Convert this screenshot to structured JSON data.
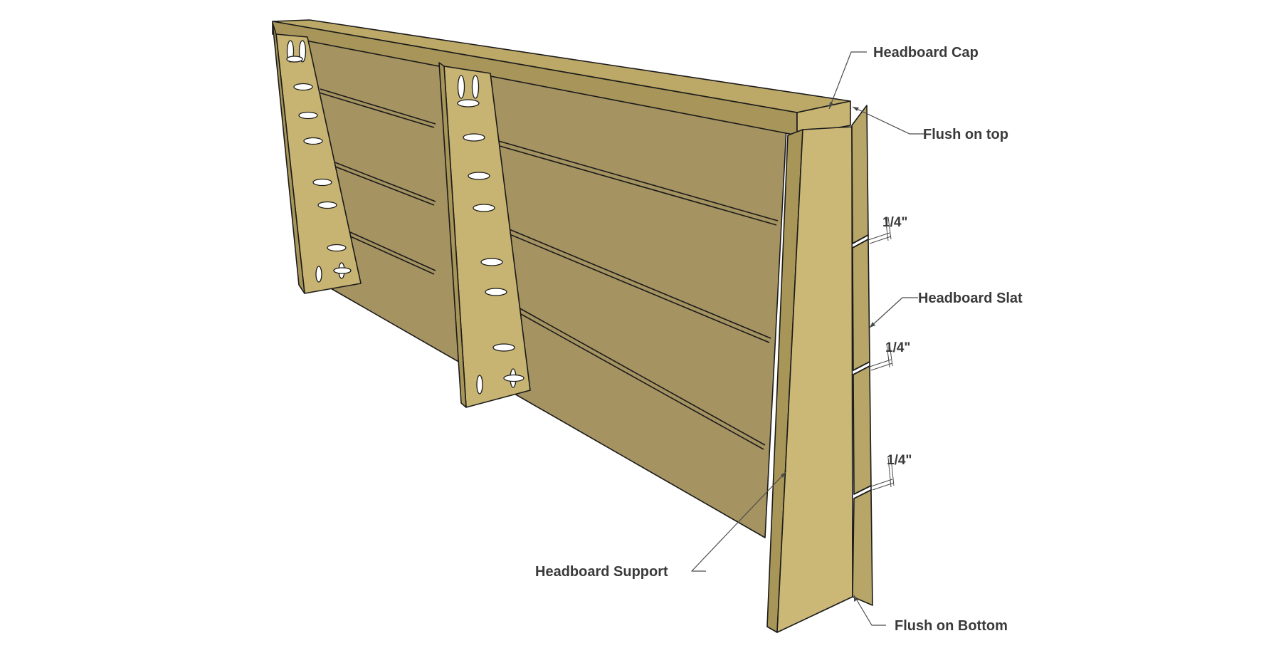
{
  "diagram": {
    "labels": {
      "headboard_cap": "Headboard Cap",
      "flush_on_top": "Flush on top",
      "headboard_slat": "Headboard Slat",
      "headboard_support": "Headboard Support",
      "flush_on_bottom": "Flush on Bottom"
    },
    "dimensions": {
      "gap_1": "1/4\"",
      "gap_2": "1/4\"",
      "gap_3": "1/4\""
    },
    "colors": {
      "wood_light": "#cbb877",
      "wood_mid": "#b8a568",
      "wood_back": "#a59361",
      "wood_dark": "#8f7f4f",
      "outline": "#1a1a1a",
      "label_text": "#3a3a3a"
    }
  }
}
